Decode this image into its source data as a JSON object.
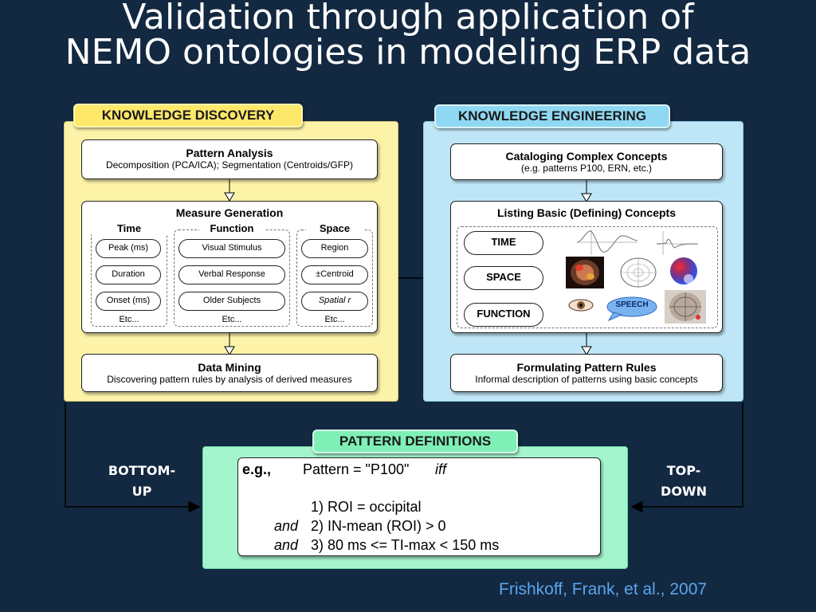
{
  "slide": {
    "title_line1": "Validation through application of",
    "title_line2": "NEMO ontologies in modeling ERP data",
    "citation": "Frishkoff, Frank, et al., 2007"
  },
  "discovery": {
    "tag": "KNOWLEDGE DISCOVERY",
    "pattern_analysis": {
      "title": "Pattern Analysis",
      "subtitle": "Decomposition (PCA/ICA); Segmentation (Centroids/GFP)"
    },
    "measure_generation": {
      "title": "Measure Generation",
      "time": {
        "heading": "Time",
        "items": [
          "Peak (ms)",
          "Duration",
          "Onset (ms)"
        ],
        "etc": "Etc..."
      },
      "function": {
        "heading": "Function",
        "items": [
          "Visual Stimulus",
          "Verbal Response",
          "Older Subjects"
        ],
        "etc": "Etc..."
      },
      "space": {
        "heading": "Space",
        "items": [
          "Region",
          "±Centroid",
          "Spatial r"
        ],
        "etc": "Etc..."
      }
    },
    "data_mining": {
      "title": "Data Mining",
      "subtitle": "Discovering pattern rules by analysis of derived measures"
    }
  },
  "engineering": {
    "tag": "KNOWLEDGE ENGINEERING",
    "cataloging": {
      "title": "Cataloging Complex Concepts",
      "subtitle": "(e.g. patterns  P100,  ERN, etc.)"
    },
    "listing": {
      "title": "Listing Basic (Defining) Concepts",
      "concepts": [
        "TIME",
        "SPACE",
        "FUNCTION"
      ],
      "speech": "SPEECH"
    },
    "formulating": {
      "title": "Formulating Pattern Rules",
      "subtitle": "Informal description of patterns using basic concepts"
    }
  },
  "definitions": {
    "tag": "PATTERN DEFINITIONS",
    "eg": "e.g.,",
    "pattern": "Pattern = \"P100\"",
    "iff": "iff",
    "rule1": "1) ROI = occipital",
    "and": "and",
    "rule2": "2) IN-mean (ROI) > 0",
    "rule3": "3) 80 ms <= TI-max < 150 ms"
  },
  "labels": {
    "bottom_up_1": "BOTTOM-",
    "bottom_up_2": "UP",
    "top_down_1": "TOP-",
    "top_down_2": "DOWN"
  },
  "colors": {
    "background": "#132841",
    "yellow_panel": "#fcf3a8",
    "blue_panel": "#bfe6f7",
    "green_panel": "#a4f5ce",
    "citation": "#5aa6ef"
  }
}
